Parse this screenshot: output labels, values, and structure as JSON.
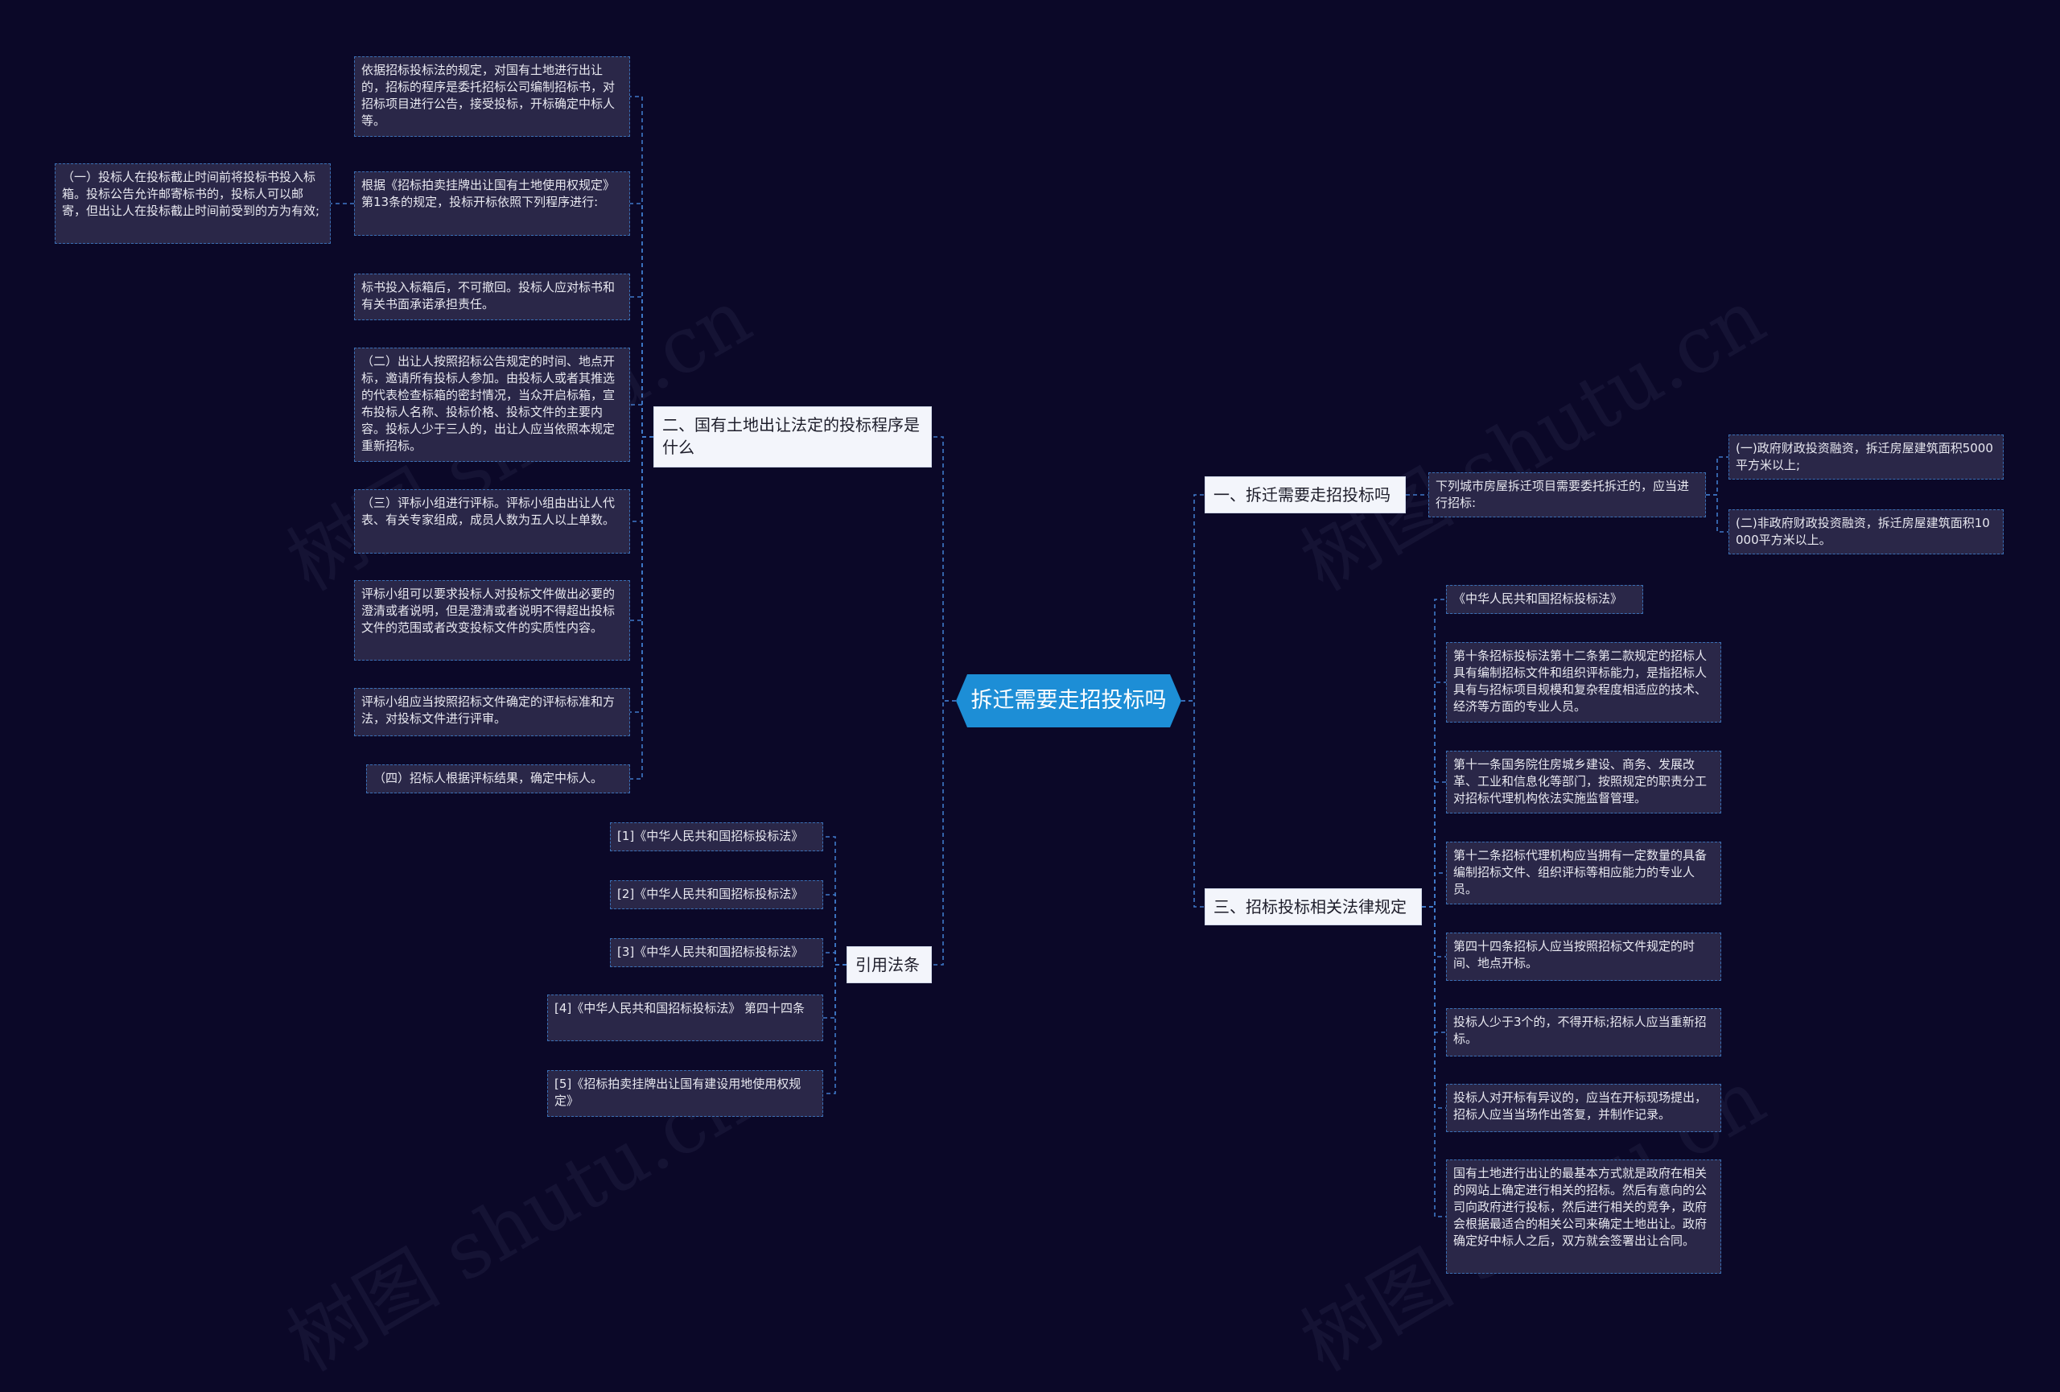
{
  "root": {
    "label": "拆迁需要走招投标吗"
  },
  "branches": {
    "b1": {
      "label": "一、拆迁需要走招投标吗",
      "items": {
        "intro": "下列城市房屋拆迁项目需要委托拆迁的，应当进行招标:",
        "a": "(一)政府财政投资融资，拆迁房屋建筑面积5000平方米以上;",
        "b": "(二)非政府财政投资融资，拆迁房屋建筑面积10000平方米以上。"
      }
    },
    "b2": {
      "label": "二、国有土地出让法定的投标程序是什么",
      "items": {
        "p1": "依据招标投标法的规定，对国有土地进行出让的，招标的程序是委托招标公司编制招标书，对招标项目进行公告，接受投标，开标确定中标人等。",
        "p2": "根据《招标拍卖挂牌出让国有土地使用权规定》第13条的规定，投标开标依照下列程序进行:",
        "p2a": "（一）投标人在投标截止时间前将投标书投入标箱。投标公告允许邮寄标书的，投标人可以邮寄，但出让人在投标截止时间前受到的方为有效;",
        "p3": "标书投入标箱后，不可撤回。投标人应对标书和有关书面承诺承担责任。",
        "p4": "（二）出让人按照招标公告规定的时间、地点开标，邀请所有投标人参加。由投标人或者其推选的代表检查标箱的密封情况，当众开启标箱，宣布投标人名称、投标价格、投标文件的主要内容。投标人少于三人的，出让人应当依照本规定重新招标。",
        "p5": "（三）评标小组进行评标。评标小组由出让人代表、有关专家组成，成员人数为五人以上单数。",
        "p6": "评标小组可以要求投标人对投标文件做出必要的澄清或者说明，但是澄清或者说明不得超出投标文件的范围或者改变投标文件的实质性内容。",
        "p7": "评标小组应当按照招标文件确定的评标标准和方法，对投标文件进行评审。",
        "p8": "（四）招标人根据评标结果，确定中标人。"
      }
    },
    "b3": {
      "label": "三、招标投标相关法律规定",
      "items": {
        "l1": "《中华人民共和国招标投标法》",
        "l2": "第十条招标投标法第十二条第二款规定的招标人具有编制招标文件和组织评标能力，是指招标人具有与招标项目规模和复杂程度相适应的技术、经济等方面的专业人员。",
        "l3": "第十一条国务院住房城乡建设、商务、发展改革、工业和信息化等部门，按照规定的职责分工对招标代理机构依法实施监督管理。",
        "l4": "第十二条招标代理机构应当拥有一定数量的具备编制招标文件、组织评标等相应能力的专业人员。",
        "l5": "第四十四条招标人应当按照招标文件规定的时间、地点开标。",
        "l6": "投标人少于3个的，不得开标;招标人应当重新招标。",
        "l7": "投标人对开标有异议的，应当在开标现场提出，招标人应当当场作出答复，并制作记录。",
        "l8": "国有土地进行出让的最基本方式就是政府在相关的网站上确定进行相关的招标。然后有意向的公司向政府进行投标，然后进行相关的竞争，政府会根据最适合的相关公司来确定土地出让。政府确定好中标人之后，双方就会签署出让合同。"
      }
    },
    "b4": {
      "label": "引用法条",
      "items": {
        "r1": "[1]《中华人民共和国招标投标法》",
        "r2": "[2]《中华人民共和国招标投标法》",
        "r3": "[3]《中华人民共和国招标投标法》",
        "r4": "[4]《中华人民共和国招标投标法》 第四十四条",
        "r5": "[5]《招标拍卖挂牌出让国有建设用地使用权规定》"
      }
    }
  },
  "colors": {
    "background": "#0b0828",
    "link": "#3f79c9",
    "root": "#1d8ed6",
    "leaf_bg": "#2a2748"
  },
  "watermark": "树图 shutu.cn"
}
